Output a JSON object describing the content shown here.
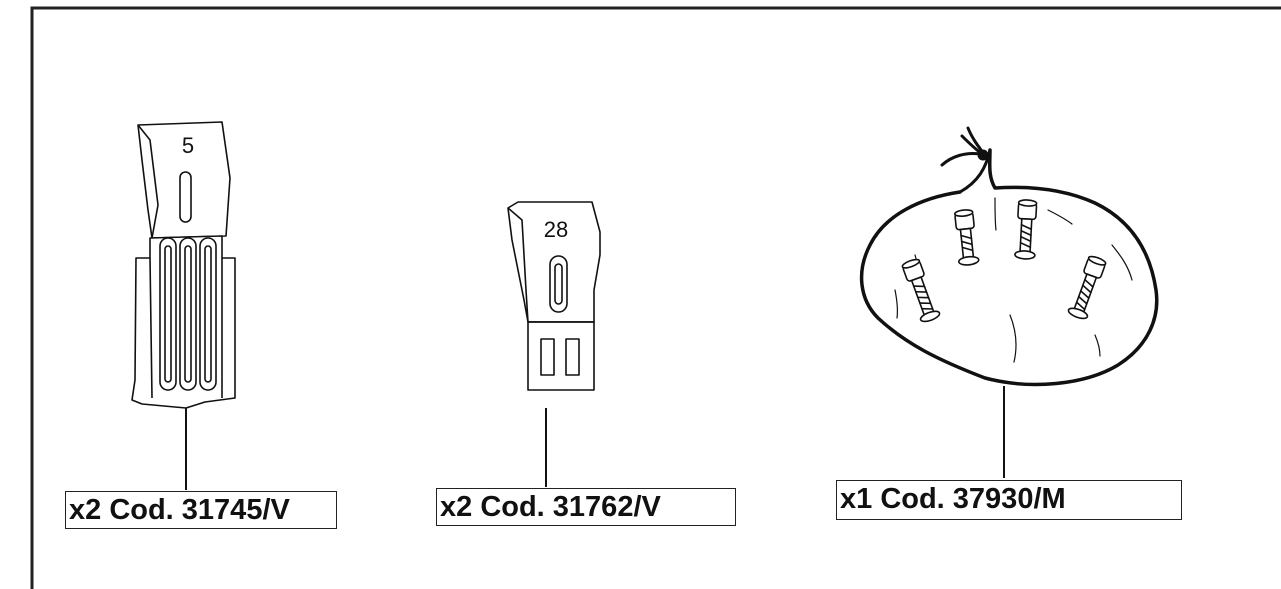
{
  "parts": [
    {
      "number": "5",
      "code_label": "x2 Cod. 31745/V"
    },
    {
      "number": "28",
      "code_label": "x2 Cod. 31762/V"
    },
    {
      "code_label": "x1 Cod. 37930/M"
    }
  ],
  "icons": [
    "bracket-5-drawing",
    "bracket-28-drawing",
    "screw-bag-drawing"
  ]
}
